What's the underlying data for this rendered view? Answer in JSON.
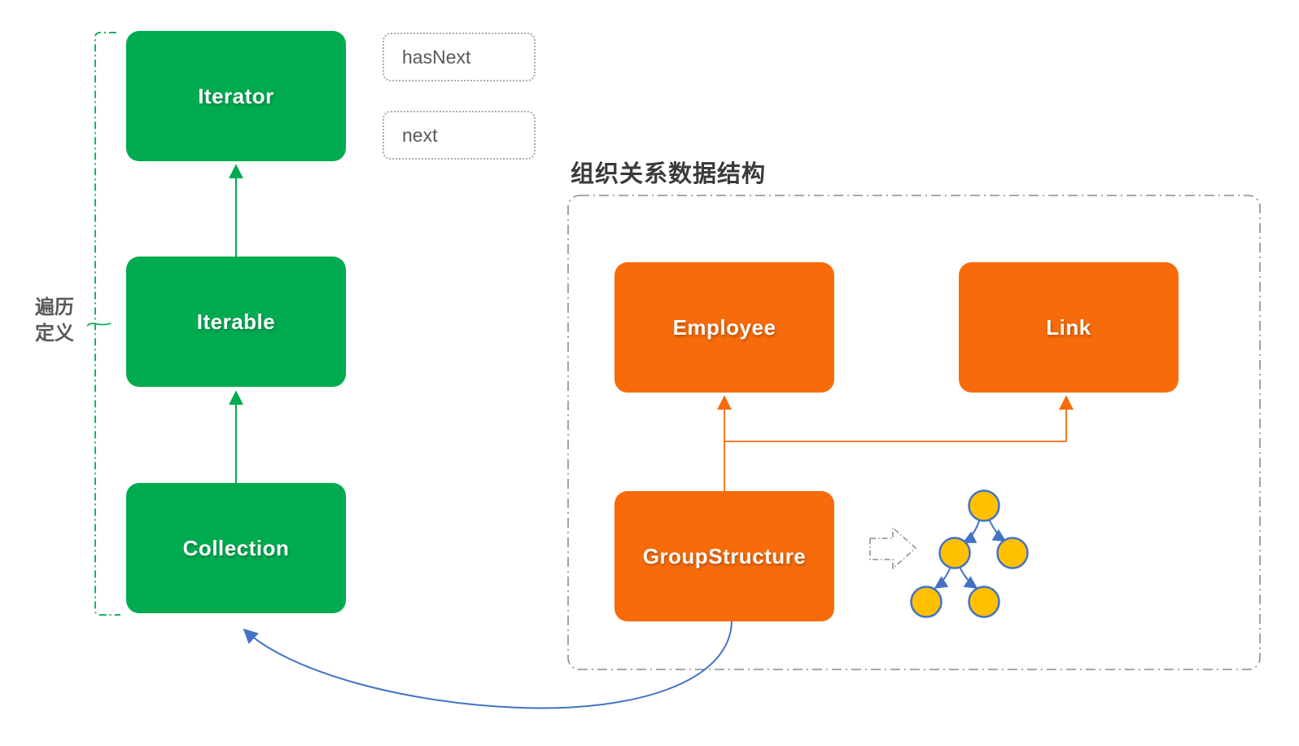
{
  "diagram": {
    "left_group": {
      "bracket_label_line1": "遍历",
      "bracket_label_line2": "定义",
      "nodes": [
        {
          "id": "iterator",
          "label": "Iterator"
        },
        {
          "id": "iterable",
          "label": "Iterable"
        },
        {
          "id": "collection",
          "label": "Collection"
        }
      ],
      "methods": [
        {
          "id": "hasnext",
          "label": "hasNext"
        },
        {
          "id": "next",
          "label": "next"
        }
      ]
    },
    "right_group": {
      "title": "组织关系数据结构",
      "nodes": [
        {
          "id": "employee",
          "label": "Employee"
        },
        {
          "id": "link",
          "label": "Link"
        },
        {
          "id": "group-structure",
          "label": "GroupStructure"
        }
      ],
      "tree": {
        "node_count": 5,
        "levels": [
          1,
          2,
          2
        ],
        "node_fill": "#FFC000",
        "node_stroke": "#4472C4"
      }
    },
    "colors": {
      "green": "#00AB50",
      "orange": "#F76B0B",
      "blue": "#4472C4",
      "yellow": "#FFC000",
      "gray_text": "#595959",
      "title_text": "#3A3A3A",
      "border_gray": "#8C8C8C"
    }
  }
}
